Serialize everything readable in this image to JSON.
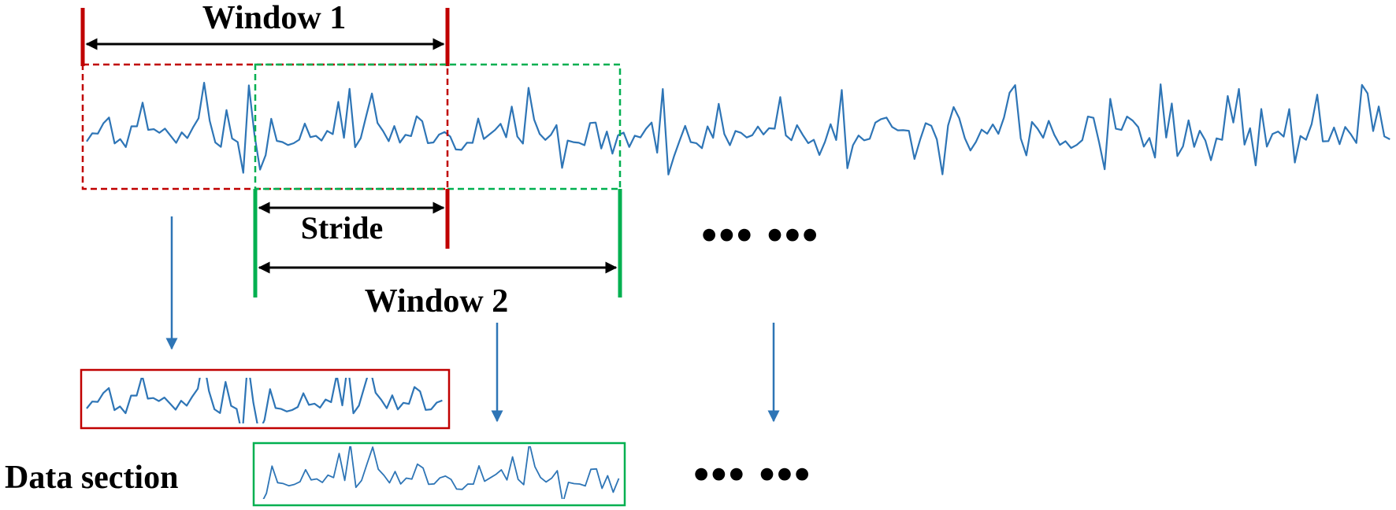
{
  "labels": {
    "window1": "Window 1",
    "window2": "Window 2",
    "stride": "Stride",
    "data_section": "Data section",
    "ellipsis": "••• •••"
  },
  "colors": {
    "signal": "#2E75B6",
    "window1": "#C00000",
    "window2": "#00B050",
    "arrow": "#000000",
    "down_arrow": "#2E75B6"
  },
  "icons": {
    "arrowheads": "double-headed-arrow-icon",
    "down": "down-arrow-icon"
  }
}
